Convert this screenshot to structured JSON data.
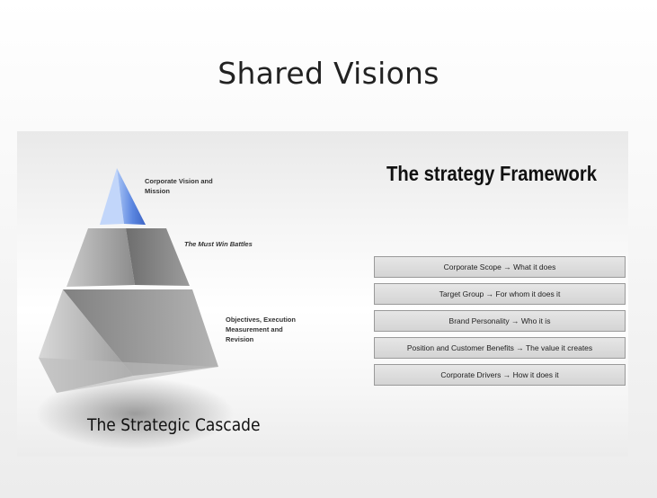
{
  "slide": {
    "title": "Shared Visions"
  },
  "pyramid": {
    "levels": [
      {
        "label": "Corporate Vision and Mission",
        "color": "#5b86e0"
      },
      {
        "label": "The Must Win Battles",
        "color": "#9a9a9a"
      },
      {
        "label": "Objectives, Execution Measurement and Revision",
        "color": "#a8a8a8"
      }
    ],
    "caption": "The Strategic Cascade"
  },
  "framework": {
    "title": "The strategy Framework",
    "rows": [
      "Corporate Scope → What it does",
      "Target Group → For whom it does it",
      "Brand Personality → Who it is",
      "Position and Customer Benefits → The value it creates",
      "Corporate Drivers → How it does it"
    ]
  }
}
